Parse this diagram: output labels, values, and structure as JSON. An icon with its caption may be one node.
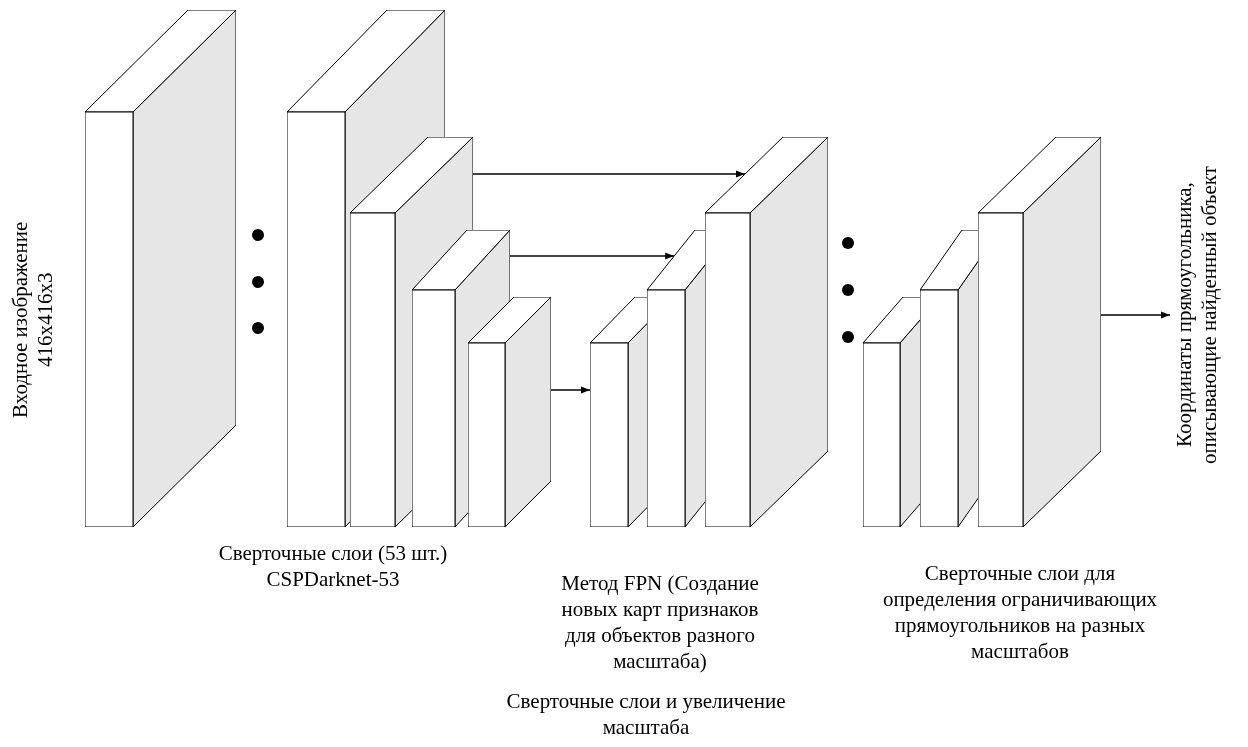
{
  "diagram": {
    "nodes": [
      {
        "text": [],
        "shape": "box",
        "beside": [
          "Входное изображение 416x416x3"
        ]
      },
      {
        "text": [],
        "shape": "box"
      },
      {
        "text": [],
        "shape": "box"
      },
      {
        "text": [],
        "shape": "box"
      },
      {
        "text": [],
        "shape": "box"
      },
      {
        "text": [],
        "shape": "box"
      },
      {
        "text": [],
        "shape": "box"
      },
      {
        "text": [],
        "shape": "box"
      },
      {
        "text": [],
        "shape": "box"
      },
      {
        "text": [],
        "shape": "box"
      },
      {
        "text": [],
        "shape": "box"
      },
      {
        "text": [
          "Координаты прямоугольника, описывающие найденный объект"
        ]
      }
    ],
    "edges": [
      {
        "from": 2,
        "to": 7,
        "arrow": "to"
      },
      {
        "from": 3,
        "to": 6,
        "arrow": "to"
      },
      {
        "from": 4,
        "to": 5,
        "arrow": "to"
      },
      {
        "from": 10,
        "to": 11,
        "arrow": "to"
      }
    ],
    "labels": [
      "Сверточные слои (53 шт.) CSPDarknet-53",
      "Метод FPN (Создание новых карт признаков для объектов разного масштаба)",
      "Сверточные слои и увеличение масштаба",
      "Сверточные слои для определения ограничивающих прямоугольников на разных масштабов"
    ]
  }
}
